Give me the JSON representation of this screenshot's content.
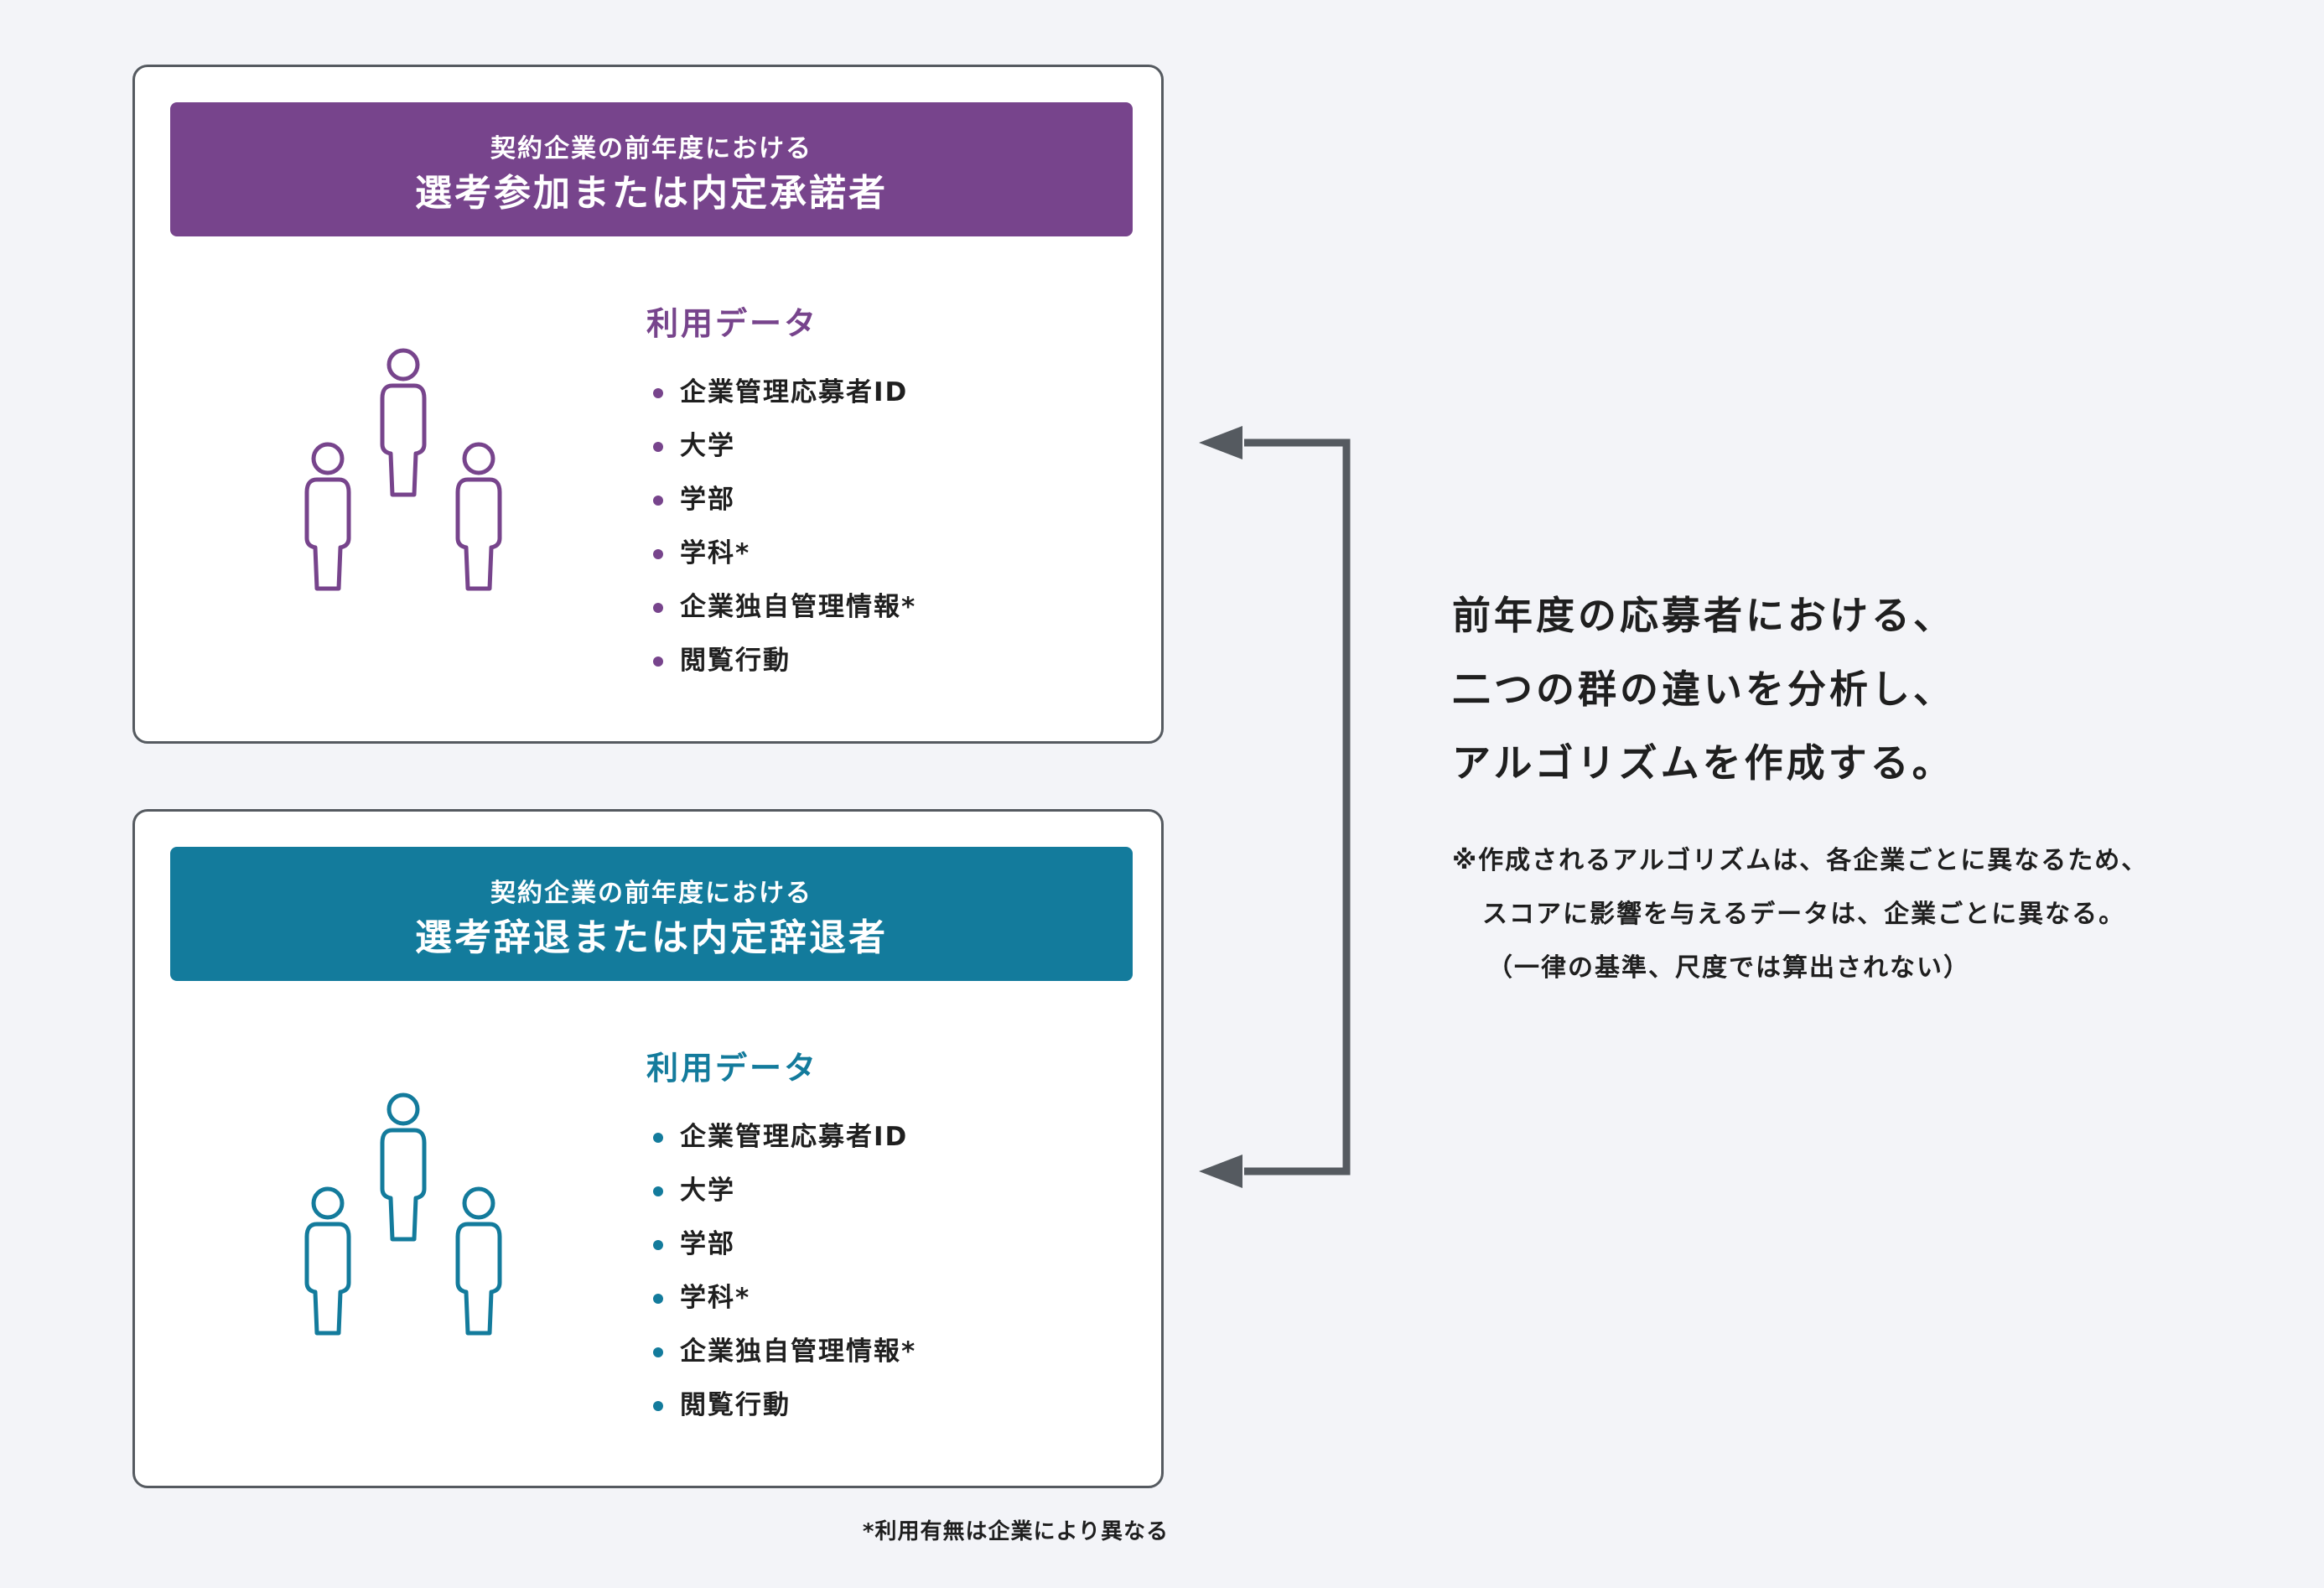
{
  "colors": {
    "purple": "#77448c",
    "teal": "#137b9c",
    "arrow": "#555a60",
    "background": "#f3f4f8"
  },
  "groups": [
    {
      "header_sub": "契約企業の前年度における",
      "header_main": "選考参加または内定承諾者",
      "data_heading": "利用データ",
      "icon": "people-group-icon",
      "items": [
        "企業管理応募者ID",
        "大学",
        "学部",
        "学科*",
        "企業独自管理情報*",
        "閲覧行動"
      ]
    },
    {
      "header_sub": "契約企業の前年度における",
      "header_main": "選考辞退または内定辞退者",
      "data_heading": "利用データ",
      "icon": "people-group-icon",
      "items": [
        "企業管理応募者ID",
        "大学",
        "学部",
        "学科*",
        "企業独自管理情報*",
        "閲覧行動"
      ]
    }
  ],
  "description": {
    "lines": [
      "前年度の応募者における、",
      "二つの群の違いを分析し、",
      "アルゴリズムを作成する。"
    ]
  },
  "note": {
    "lines": [
      "※作成されるアルゴリズムは、各企業ごとに異なるため、",
      "スコアに影響を与えるデータは、企業ごとに異なる。",
      "（一律の基準、尺度では算出されない）"
    ]
  },
  "footnote": "*利用有無は企業により異なる"
}
